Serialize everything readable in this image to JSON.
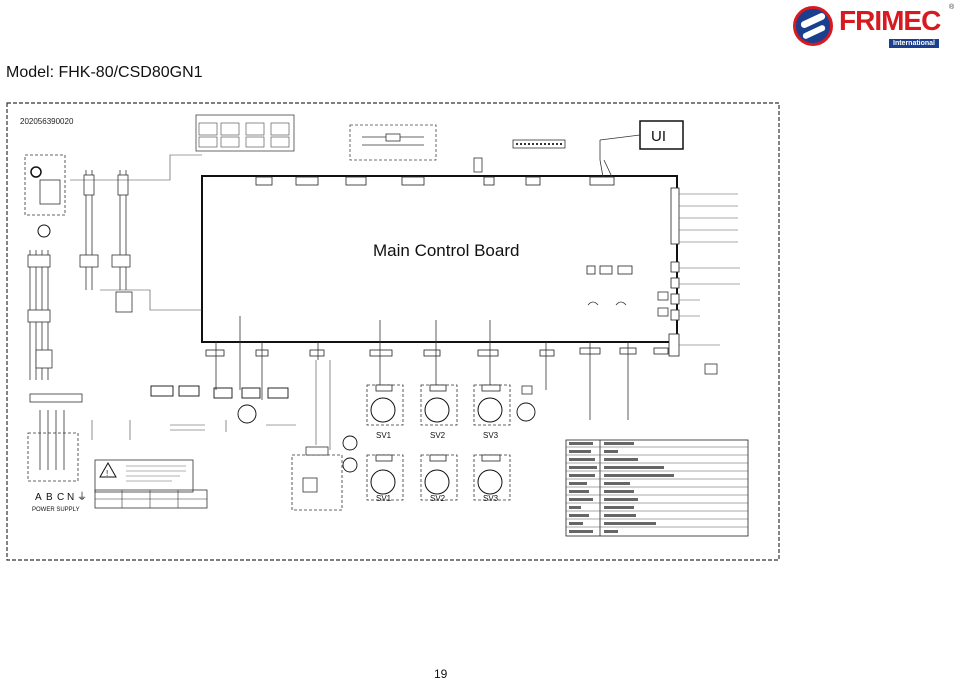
{
  "header": {
    "model": "Model: FHK-80/CSD80GN1",
    "brand": "FRIMEC",
    "brand_sub": "International",
    "registered": "®"
  },
  "diagram": {
    "code": "202056390020",
    "main_board": "Main Control Board",
    "ui": "UI",
    "valves_top": [
      "SV1",
      "SV2",
      "SV3"
    ],
    "valves_bottom": [
      "SV1",
      "SV2",
      "SV3"
    ],
    "power_supply": "POWER SUPPLY",
    "phases": [
      "A",
      "B",
      "C",
      "N"
    ],
    "earth_symbol": "⏚"
  },
  "footer": {
    "page": "19"
  }
}
